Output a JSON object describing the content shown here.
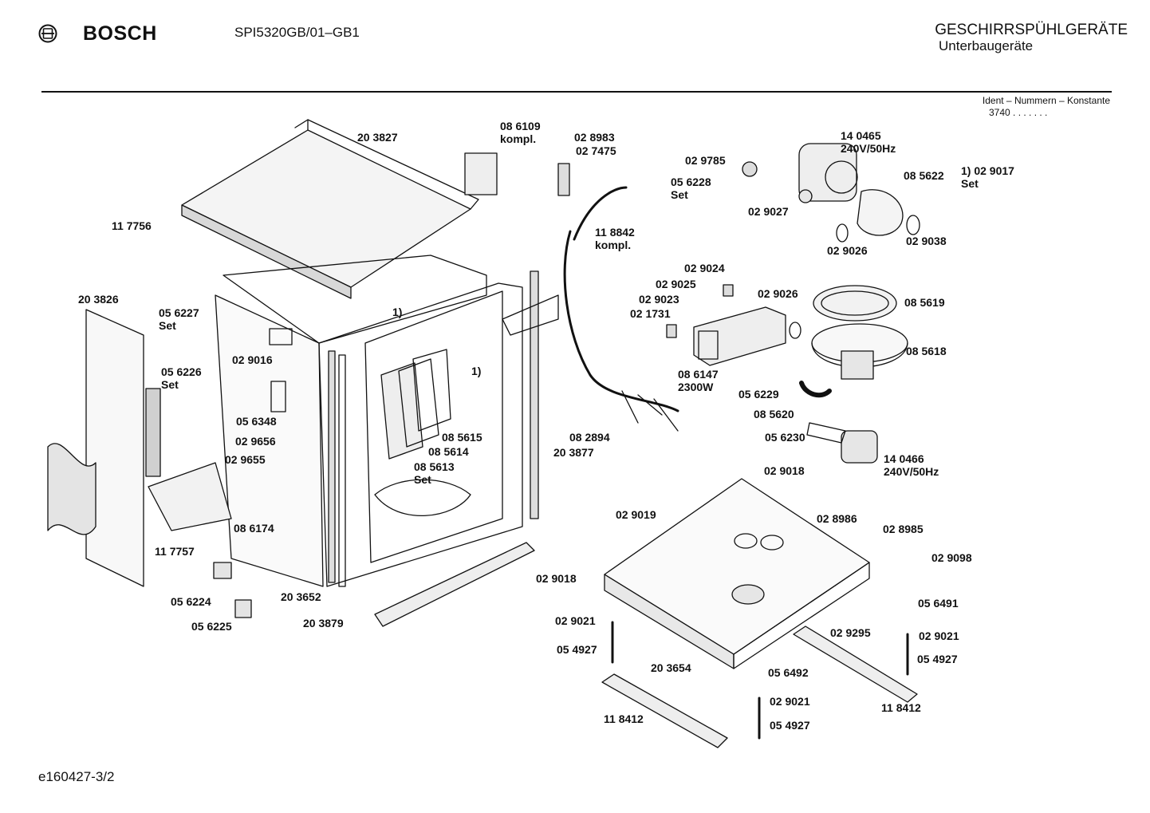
{
  "header": {
    "brand": "BOSCH",
    "model": "SPI5320GB/01–GB1",
    "category": "GESCHIRRSPÜHLGERÄTE",
    "subcategory": "Unterbaugeräte",
    "ident_label": "Ident – Nummern – Konstante",
    "ident_value": "3740  .  .  .   .  .  .  ."
  },
  "footer": {
    "code": "e160427-3/2"
  },
  "icons": {
    "logo": "bosch-armature-logo-icon"
  },
  "parts": [
    {
      "id": "p1",
      "lines": [
        "20 3827"
      ]
    },
    {
      "id": "p2",
      "lines": [
        "11 7756"
      ]
    },
    {
      "id": "p3",
      "lines": [
        "20 3826"
      ]
    },
    {
      "id": "p4",
      "lines": [
        "05 6227",
        "Set"
      ]
    },
    {
      "id": "p5",
      "lines": [
        "05 6226",
        "Set"
      ]
    },
    {
      "id": "p6",
      "lines": [
        "02 9016"
      ]
    },
    {
      "id": "p7",
      "lines": [
        "05 6348"
      ]
    },
    {
      "id": "p8",
      "lines": [
        "02 9656"
      ]
    },
    {
      "id": "p9",
      "lines": [
        "02 9655"
      ]
    },
    {
      "id": "p10",
      "lines": [
        "08 6174"
      ]
    },
    {
      "id": "p11",
      "lines": [
        "11 7757"
      ]
    },
    {
      "id": "p12",
      "lines": [
        "05 6224"
      ]
    },
    {
      "id": "p13",
      "lines": [
        "05 6225"
      ]
    },
    {
      "id": "p14",
      "lines": [
        "20 3652"
      ]
    },
    {
      "id": "p15",
      "lines": [
        "20 3879"
      ]
    },
    {
      "id": "p16",
      "lines": [
        "1)"
      ]
    },
    {
      "id": "p17",
      "lines": [
        "1)"
      ]
    },
    {
      "id": "p18",
      "lines": [
        "08 5615"
      ]
    },
    {
      "id": "p19",
      "lines": [
        "08 5614"
      ]
    },
    {
      "id": "p20",
      "lines": [
        "08 5613",
        "Set"
      ]
    },
    {
      "id": "p21",
      "lines": [
        "08 2894"
      ]
    },
    {
      "id": "p22",
      "lines": [
        "20 3877"
      ]
    },
    {
      "id": "p23",
      "lines": [
        "08 6109",
        "kompl."
      ]
    },
    {
      "id": "p24",
      "lines": [
        "02 8983"
      ]
    },
    {
      "id": "p25",
      "lines": [
        "02 7475"
      ]
    },
    {
      "id": "p26",
      "lines": [
        "11 8842",
        "kompl."
      ]
    },
    {
      "id": "p27",
      "lines": [
        "05 6228",
        "Set"
      ]
    },
    {
      "id": "p28",
      "lines": [
        "02 9785"
      ]
    },
    {
      "id": "p29",
      "lines": [
        "14 0465",
        "240V/50Hz"
      ]
    },
    {
      "id": "p30",
      "lines": [
        "08 5622"
      ]
    },
    {
      "id": "p31",
      "lines": [
        "02 9027"
      ]
    },
    {
      "id": "p32",
      "lines": [
        "02 9026"
      ]
    },
    {
      "id": "p33",
      "lines": [
        "02 9038"
      ]
    },
    {
      "id": "p34",
      "lines": [
        "1) 02 9017",
        "Set"
      ]
    },
    {
      "id": "p35",
      "lines": [
        "02 9024"
      ]
    },
    {
      "id": "p36",
      "lines": [
        "02 9025"
      ]
    },
    {
      "id": "p37",
      "lines": [
        "02 9023"
      ]
    },
    {
      "id": "p38",
      "lines": [
        "02 1731"
      ]
    },
    {
      "id": "p39",
      "lines": [
        "02 9026"
      ]
    },
    {
      "id": "p40",
      "lines": [
        "08 5619"
      ]
    },
    {
      "id": "p41",
      "lines": [
        "08 5618"
      ]
    },
    {
      "id": "p42",
      "lines": [
        "08 6147",
        "2300W"
      ]
    },
    {
      "id": "p43",
      "lines": [
        "05 6229"
      ]
    },
    {
      "id": "p44",
      "lines": [
        "08 5620"
      ]
    },
    {
      "id": "p45",
      "lines": [
        "05 6230"
      ]
    },
    {
      "id": "p46",
      "lines": [
        "14 0466",
        "240V/50Hz"
      ]
    },
    {
      "id": "p47",
      "lines": [
        "02 9018"
      ]
    },
    {
      "id": "p48",
      "lines": [
        "02 9019"
      ]
    },
    {
      "id": "p49",
      "lines": [
        "02 8986"
      ]
    },
    {
      "id": "p50",
      "lines": [
        "02 8985"
      ]
    },
    {
      "id": "p51",
      "lines": [
        "02 9098"
      ]
    },
    {
      "id": "p52",
      "lines": [
        "02 9018"
      ]
    },
    {
      "id": "p53",
      "lines": [
        "05 6491"
      ]
    },
    {
      "id": "p54",
      "lines": [
        "02 9021"
      ]
    },
    {
      "id": "p55",
      "lines": [
        "05 4927"
      ]
    },
    {
      "id": "p56",
      "lines": [
        "02 9295"
      ]
    },
    {
      "id": "p57",
      "lines": [
        "02 9021"
      ]
    },
    {
      "id": "p58",
      "lines": [
        "05 4927"
      ]
    },
    {
      "id": "p59",
      "lines": [
        "20 3654"
      ]
    },
    {
      "id": "p60",
      "lines": [
        "05 6492"
      ]
    },
    {
      "id": "p61",
      "lines": [
        "02 9021"
      ]
    },
    {
      "id": "p62",
      "lines": [
        "05 4927"
      ]
    },
    {
      "id": "p63",
      "lines": [
        "11 8412"
      ]
    },
    {
      "id": "p64",
      "lines": [
        "11 8412"
      ]
    }
  ]
}
